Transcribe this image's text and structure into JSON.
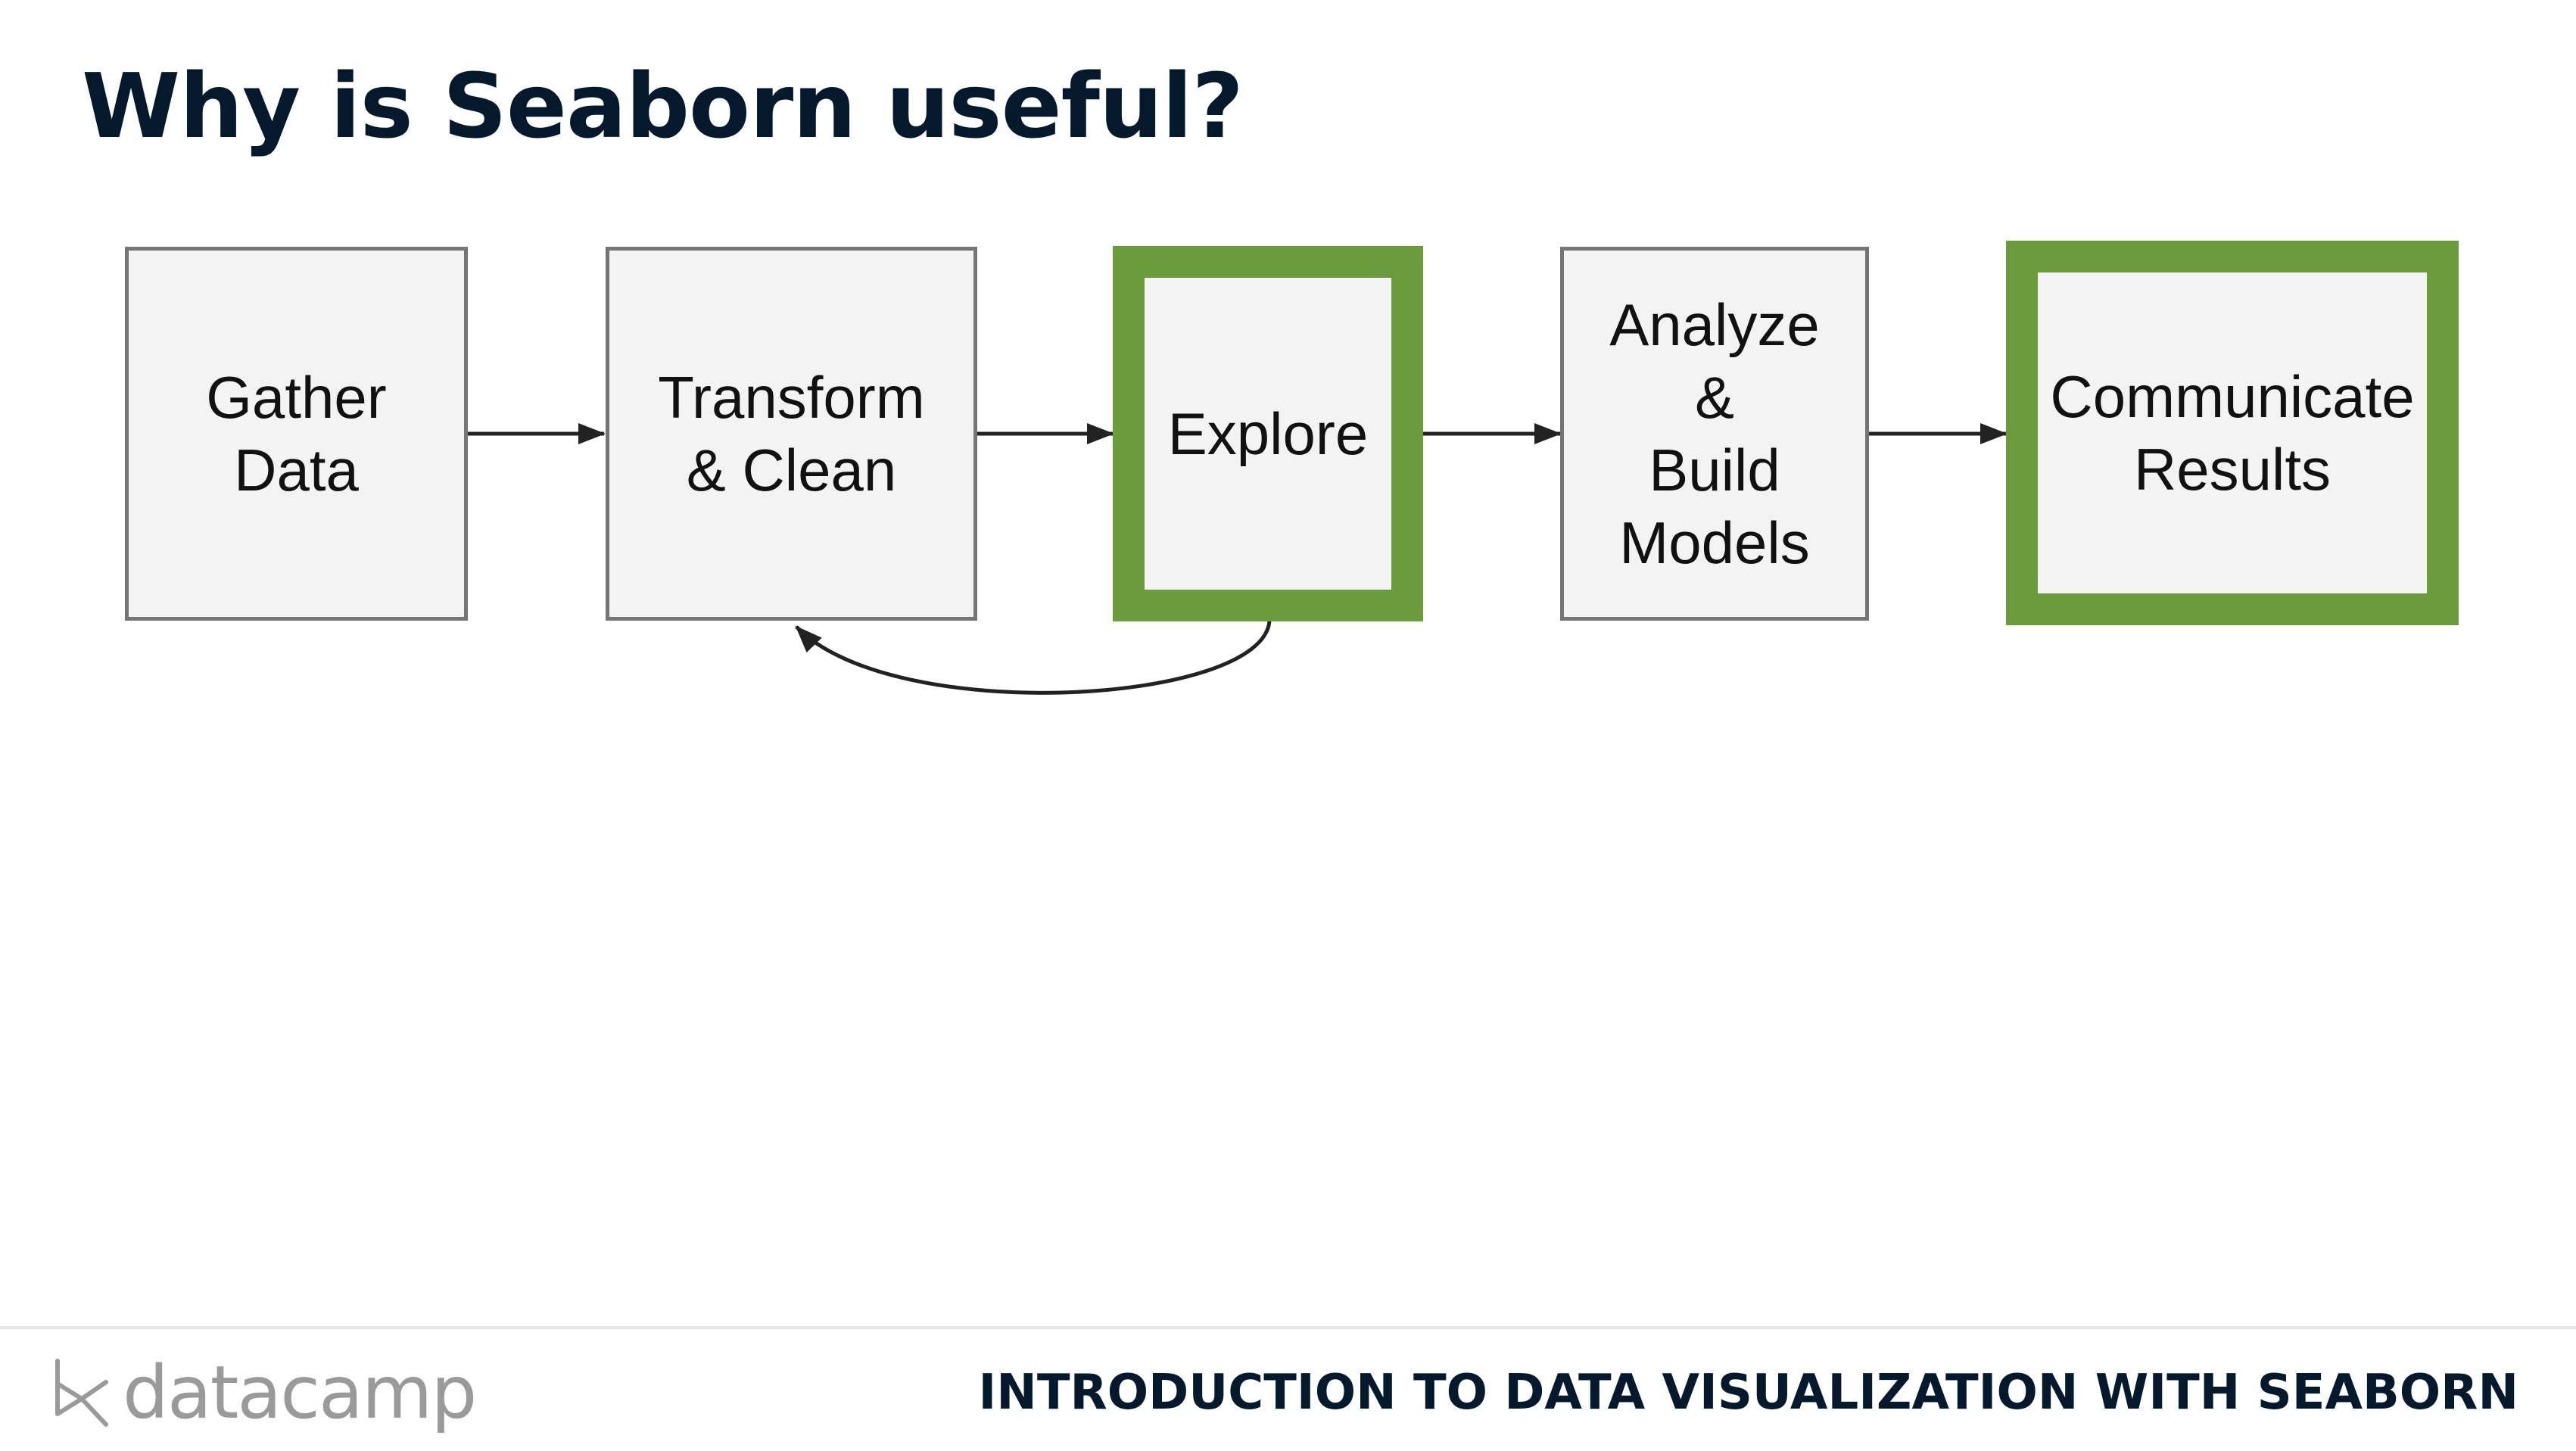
{
  "slide": {
    "title": "Why is Seaborn useful?"
  },
  "diagram": {
    "steps": [
      {
        "lines": [
          "Gather",
          "Data"
        ],
        "highlighted": false
      },
      {
        "lines": [
          "Transform",
          "& Clean"
        ],
        "highlighted": false
      },
      {
        "lines": [
          "Explore"
        ],
        "highlighted": true
      },
      {
        "lines": [
          "Analyze",
          "&",
          "Build",
          "Models"
        ],
        "highlighted": false
      },
      {
        "lines": [
          "Communicate",
          "Results"
        ],
        "highlighted": true
      }
    ],
    "colors": {
      "highlight_border": "#6a9b3c",
      "box_fill": "#f3f3f3",
      "box_border": "#757575",
      "arrow": "#222222"
    }
  },
  "footer": {
    "brand": "datacamp",
    "course_title": "INTRODUCTION TO DATA VISUALIZATION WITH SEABORN"
  },
  "icons": {
    "logo": "datacamp-logo-icon"
  }
}
